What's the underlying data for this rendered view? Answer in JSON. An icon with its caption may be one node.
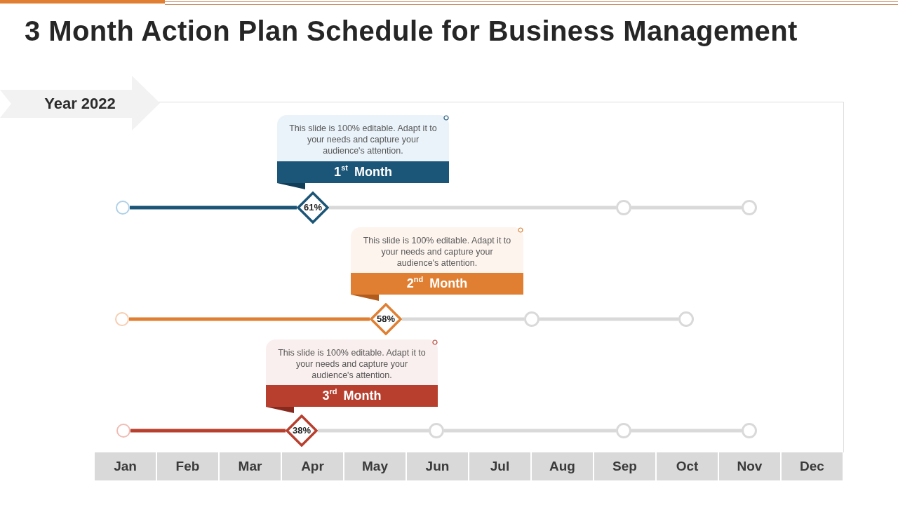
{
  "diagram": {
    "title": "3 Month Action Plan Schedule for Business Management",
    "nodes": [
      {
        "text": [
          "Year 2022"
        ]
      },
      {
        "text": [
          "This slide is 100% editable. Adapt it to your needs and capture your audience's attention.",
          "1$^{st}$ Month"
        ]
      },
      {
        "text": [],
        "shape": "circle"
      },
      {
        "text": [
          "61%"
        ]
      },
      {
        "text": [],
        "shape": "circle"
      },
      {
        "text": [],
        "shape": "circle"
      },
      {
        "text": [
          "This slide is 100% editable. Adapt it to your needs and capture your audience's attention.",
          "2$^{nd}$ Month"
        ]
      },
      {
        "text": [],
        "shape": "circle"
      },
      {
        "text": [
          "58%"
        ]
      },
      {
        "text": [],
        "shape": "circle"
      },
      {
        "text": [],
        "shape": "circle"
      },
      {
        "text": [
          "This slide is 100% editable. Adapt it to your needs and capture your audience's attention.",
          "3$^{rd}$ Month"
        ]
      },
      {
        "text": [],
        "shape": "circle"
      },
      {
        "text": [
          "38%"
        ]
      },
      {
        "text": [],
        "shape": "circle"
      },
      {
        "text": [],
        "shape": "circle"
      },
      {
        "text": [],
        "shape": "circle"
      }
    ],
    "edges": [
      {
        "from": 2,
        "to": 3,
        "arrow": "none",
        "color": "#1b5577"
      },
      {
        "from": 3,
        "to": 4,
        "arrow": "none"
      },
      {
        "from": 4,
        "to": 5,
        "arrow": "none"
      },
      {
        "from": 7,
        "to": 8,
        "arrow": "none",
        "color": "#e07f32"
      },
      {
        "from": 8,
        "to": 9,
        "arrow": "none"
      },
      {
        "from": 9,
        "to": 10,
        "arrow": "none"
      },
      {
        "from": 12,
        "to": 13,
        "arrow": "none",
        "color": "#b83f2e"
      },
      {
        "from": 13,
        "to": 14,
        "arrow": "none"
      },
      {
        "from": 14,
        "to": 15,
        "arrow": "none"
      },
      {
        "from": 15,
        "to": 16,
        "arrow": "none"
      }
    ],
    "labels": [
      "Jan",
      "Feb",
      "Mar",
      "Apr",
      "May",
      "Jun",
      "Jul",
      "Aug",
      "Sep",
      "Oct",
      "Nov",
      "Dec"
    ]
  }
}
